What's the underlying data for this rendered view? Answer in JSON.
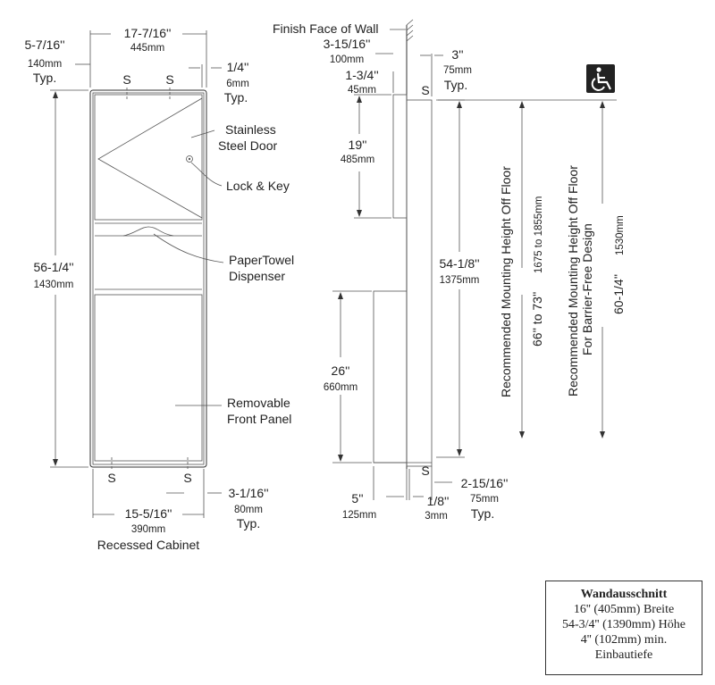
{
  "front": {
    "top_width_in": "17-7/16''",
    "top_width_mm": "445mm",
    "side_in": "5-7/16''",
    "side_mm": "140mm",
    "side_typ": "Typ.",
    "flange_in": "1/4''",
    "flange_mm": "6mm",
    "flange_typ": "Typ.",
    "height_in": "56-1/4''",
    "height_mm": "1430mm",
    "bottom_width_in": "15-5/16''",
    "bottom_width_mm": "390mm",
    "bottom_caption": "Recessed Cabinet",
    "bottom_right_in": "3-1/16''",
    "bottom_right_mm": "80mm",
    "bottom_right_typ": "Typ.",
    "screw": "S"
  },
  "callouts": {
    "door_line1": "Stainless",
    "door_line2": "Steel Door",
    "lock": "Lock & Key",
    "towel_line1": "PaperTowel",
    "towel_line2": "Dispenser",
    "panel_line1": "Removable",
    "panel_line2": "Front Panel"
  },
  "side": {
    "wall_label": "Finish Face of Wall",
    "depth_in": "3-15/16''",
    "depth_mm": "100mm",
    "right_in": "3''",
    "right_mm": "75mm",
    "right_typ": "Typ.",
    "top_in": "1-3/4''",
    "top_mm": "45mm",
    "door_h_in": "19''",
    "door_h_mm": "485mm",
    "total_in": "54-1/8''",
    "total_mm": "1375mm",
    "lower_in": "26''",
    "lower_mm": "660mm",
    "bottom_in": "5''",
    "bottom_mm": "125mm",
    "gap_in": "1/8''",
    "gap_mm": "3mm",
    "br_in": "2-15/16''",
    "br_mm": "75mm",
    "br_typ": "Typ."
  },
  "mounting": {
    "rec_label": "Recommended Mounting Height Off Floor",
    "rec_value_in": "66'' to 73''",
    "rec_value_mm": "1675 to 1855mm",
    "bf_label_line1": "Recommended Mounting Height Off Floor",
    "bf_label_line2": "For Barrier-Free Design",
    "bf_value_in": "60-1/4''",
    "bf_value_mm": "1530mm",
    "accessible_icon": "wheelchair-icon"
  },
  "wall_box": {
    "title": "Wandausschnitt",
    "line1": "16'' (405mm) Breite",
    "line2": "54-3/4'' (1390mm) Höhe",
    "line3": "4'' (102mm) min.",
    "line4": "Einbautiefe"
  }
}
